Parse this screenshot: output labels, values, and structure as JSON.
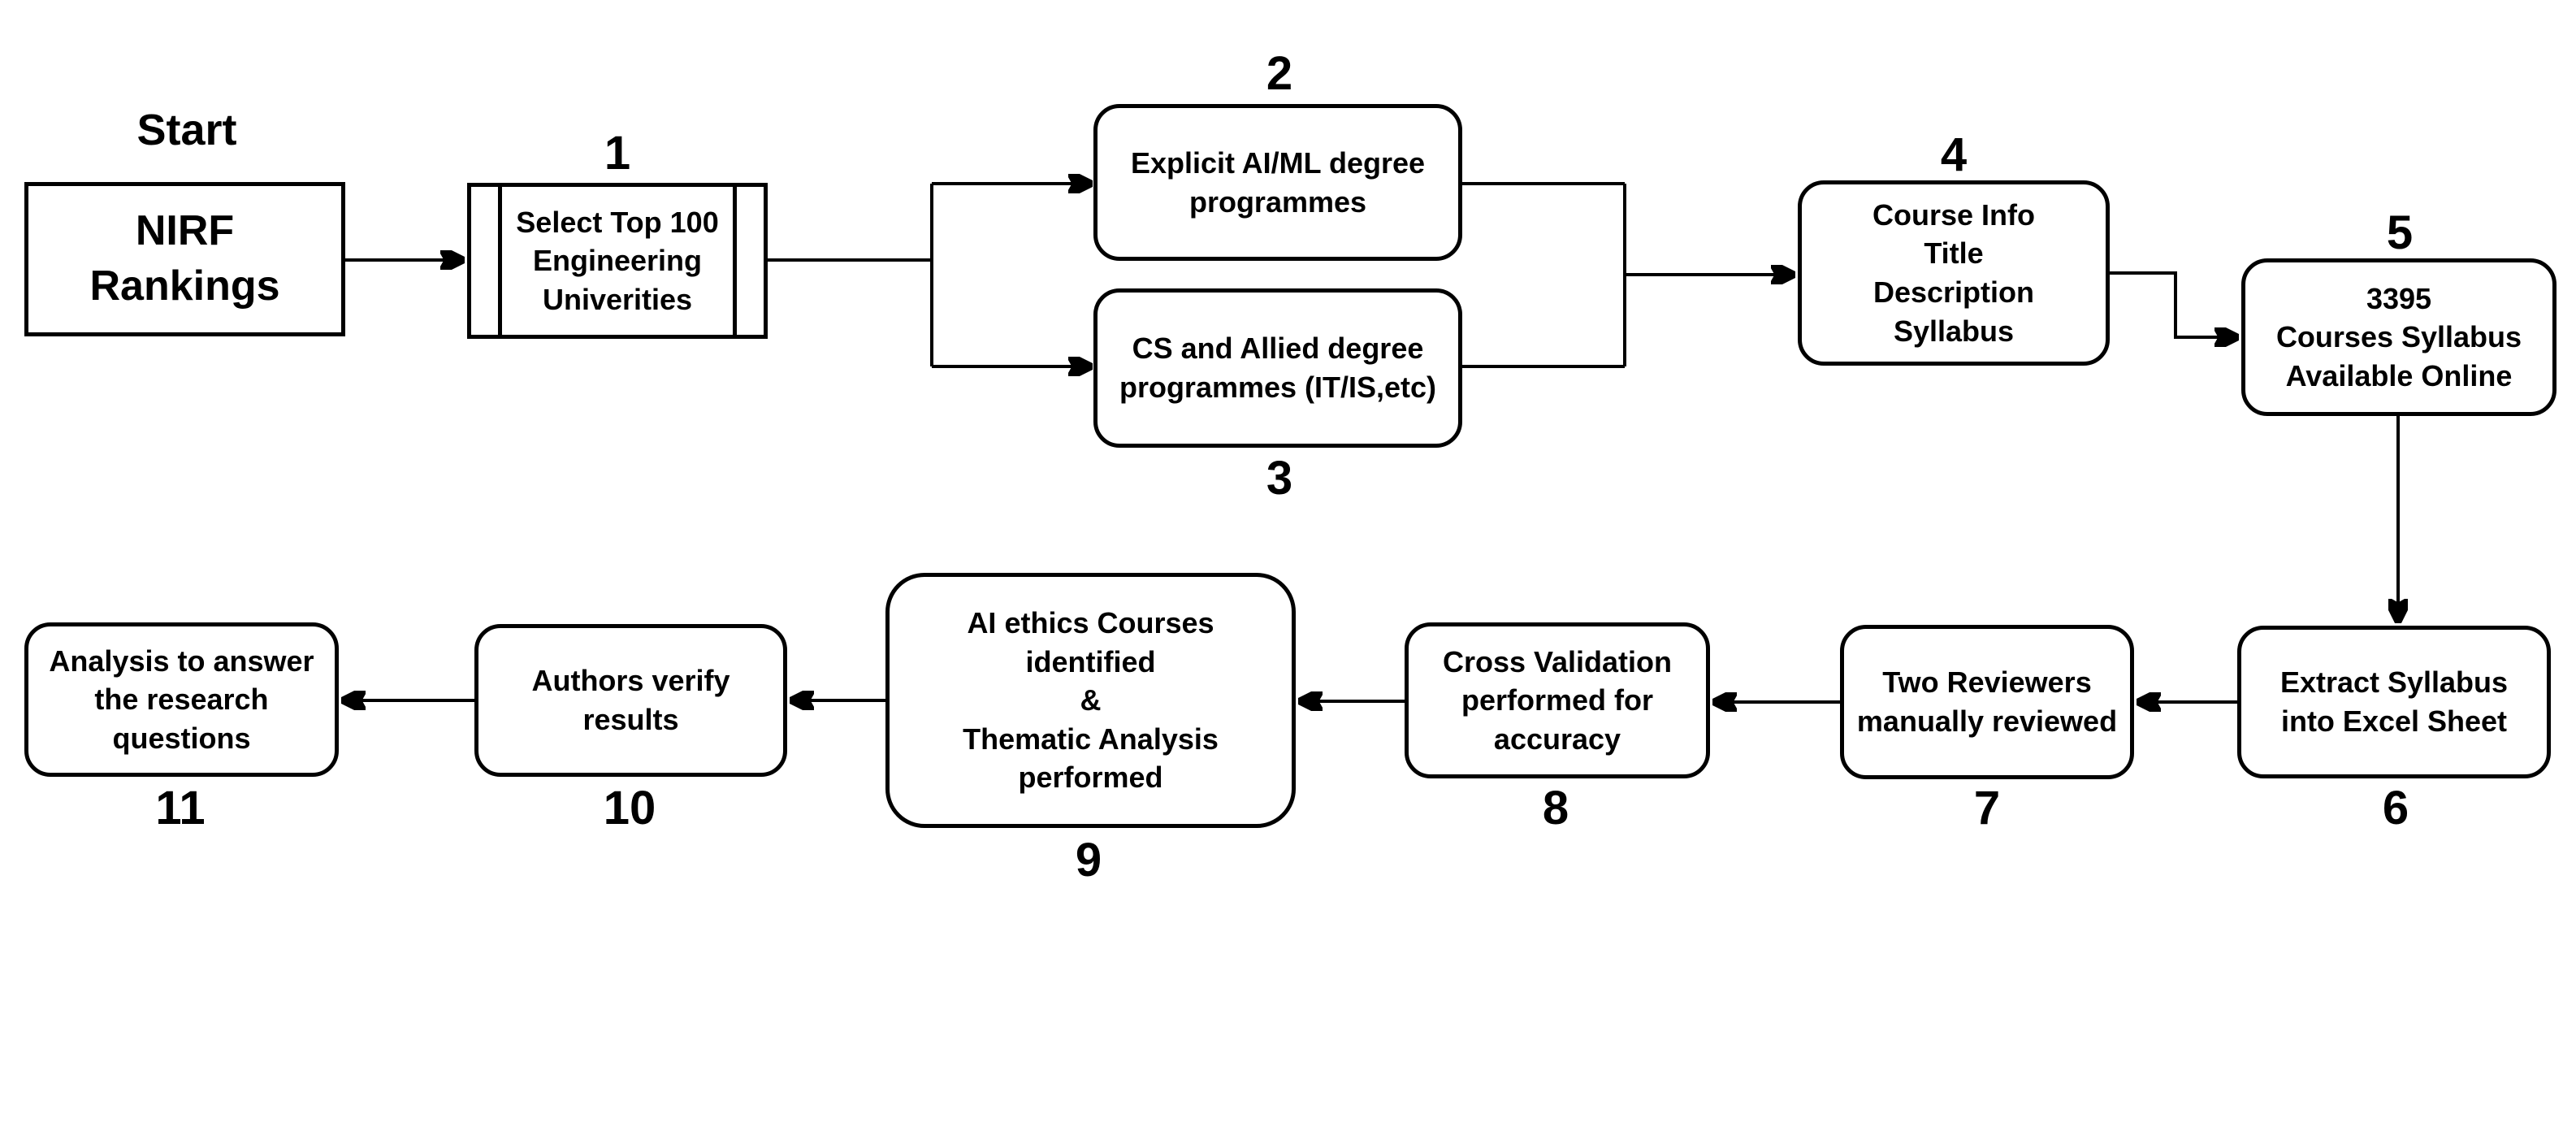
{
  "diagram": {
    "start_label": "Start",
    "colors": {
      "ink": "#000000",
      "background": "#ffffff"
    },
    "nodes": [
      {
        "number": "",
        "shape": "process",
        "text": "NIRF\nRankings"
      },
      {
        "number": "1",
        "shape": "predefined-process",
        "text": "Select Top 100\nEngineering\nUniverities"
      },
      {
        "number": "2",
        "shape": "rounded",
        "text": "Explicit AI/ML degree\nprogrammes"
      },
      {
        "number": "3",
        "shape": "rounded",
        "text": "CS and Allied degree\nprogrammes (IT/IS,etc)"
      },
      {
        "number": "4",
        "shape": "rounded",
        "text": "Course Info\nTitle\nDescription\nSyllabus"
      },
      {
        "number": "5",
        "shape": "rounded",
        "text": "3395\nCourses Syllabus\nAvailable Online"
      },
      {
        "number": "6",
        "shape": "rounded",
        "text": "Extract Syllabus\ninto Excel Sheet"
      },
      {
        "number": "7",
        "shape": "rounded",
        "text": "Two Reviewers\nmanually reviewed"
      },
      {
        "number": "8",
        "shape": "rounded",
        "text": "Cross Validation\nperformed for\naccuracy"
      },
      {
        "number": "9",
        "shape": "rounded",
        "text": "AI ethics Courses\nidentified\n&\nThematic Analysis\nperformed"
      },
      {
        "number": "10",
        "shape": "rounded",
        "text": "Authors verify\nresults"
      },
      {
        "number": "11",
        "shape": "rounded",
        "text": "Analysis to answer\nthe research\nquestions"
      }
    ]
  }
}
